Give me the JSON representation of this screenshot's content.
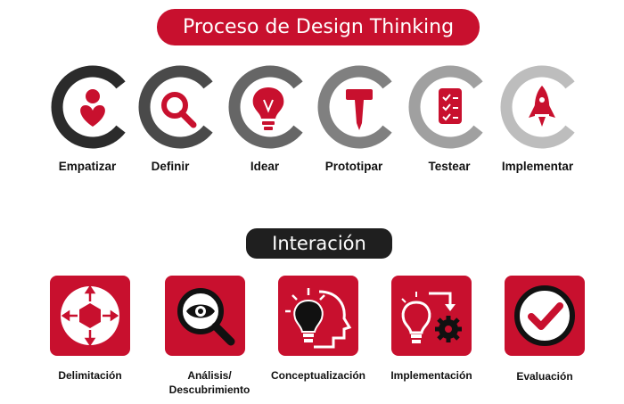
{
  "title": "Proceso de Design Thinking",
  "steps": [
    {
      "label": "Empatizar",
      "icon": "heart-person-icon"
    },
    {
      "label": "Definir",
      "icon": "magnifier-icon"
    },
    {
      "label": "Idear",
      "icon": "lightbulb-icon"
    },
    {
      "label": "Prototipar",
      "icon": "hammer-icon"
    },
    {
      "label": "Testear",
      "icon": "checklist-icon"
    },
    {
      "label": "Implementar",
      "icon": "rocket-icon"
    }
  ],
  "subtitle": "Interación",
  "tools": [
    {
      "label": "Delimitación",
      "icon": "hexagon-arrows-icon"
    },
    {
      "label": "Análisis/\nDescubrimiento",
      "icon": "eye-magnifier-icon"
    },
    {
      "label": "Conceptualización",
      "icon": "head-lightbulb-icon"
    },
    {
      "label": "Implementación",
      "icon": "lightbulb-gear-icon"
    },
    {
      "label": "Evaluación",
      "icon": "check-circle-icon"
    }
  ],
  "colors": {
    "accent": "#c8102e",
    "dark": "#1f1f1f",
    "ring_shades": [
      "#2b2b2b",
      "#4a4a4a",
      "#666666",
      "#808080",
      "#a0a0a0",
      "#bdbdbd"
    ]
  }
}
